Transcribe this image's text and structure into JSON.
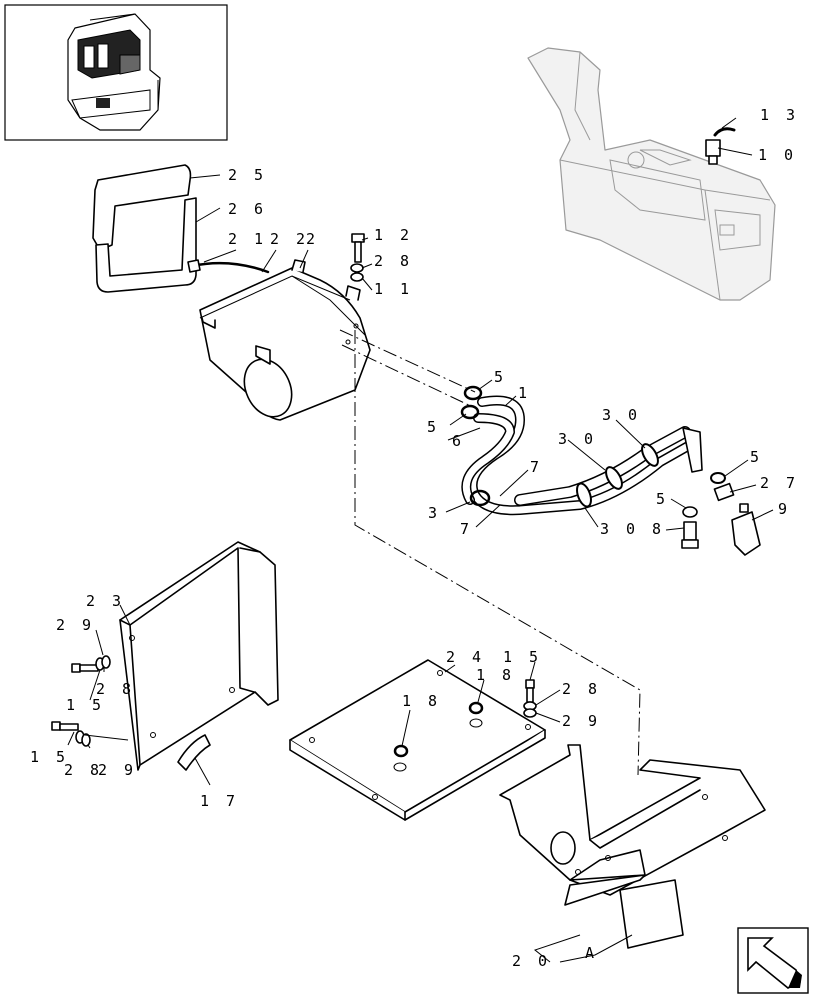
{
  "callouts": {
    "c13": "1 3",
    "c10": "1 0",
    "c25": "2 5",
    "c26": "2 6",
    "c21": "2 1",
    "c22": "2 2",
    "c2": "2",
    "c12": "1 2",
    "c28a": "2 8",
    "c11": "1 1",
    "c5a": "5",
    "c1": "1",
    "c5b": "5",
    "c6": "6",
    "c30a": "3 0",
    "c30b": "3 0",
    "c5c": "5",
    "c27": "2 7",
    "c7a": "7",
    "c5d": "5",
    "c9": "9",
    "c3": "3",
    "c7b": "7",
    "c30c": "3 0",
    "c8": "8",
    "c23": "2 3",
    "c29a": "2 9",
    "c28b": "2 8",
    "c15a": "1 5",
    "c15b": "1 5",
    "c28c": "2 8",
    "c29b": "2 9",
    "c17": "1 7",
    "c24": "2 4",
    "c18a": "1 8",
    "c15c": "1 5",
    "c28d": "2 8",
    "c18b": "1 8",
    "c29c": "2 9",
    "c20": "2 0",
    "cA": "A"
  },
  "icons": {
    "thumbnail": "cab-thumbnail-icon",
    "navigation": "prev-page-arrow-icon"
  }
}
